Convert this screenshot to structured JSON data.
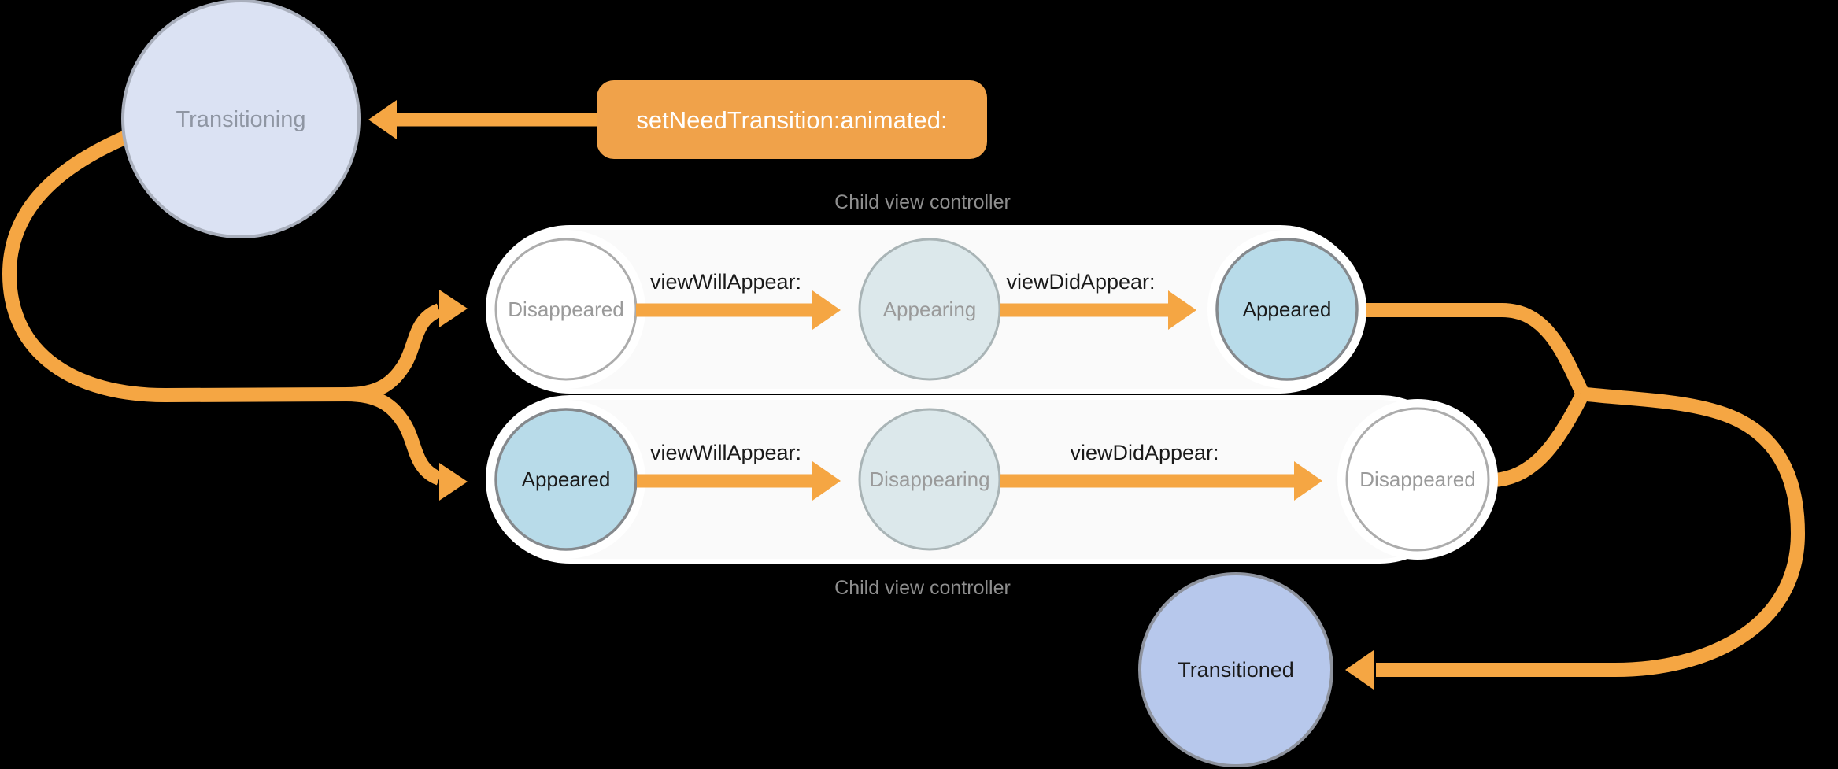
{
  "colors": {
    "background": "#000000",
    "accent_orange": "#F5A643",
    "trigger_orange": "#F0A24A",
    "pill_background": "#FAFAFA",
    "pill_border": "#FFFFFF",
    "muted_text": "#9A9A9A"
  },
  "start_state": {
    "label": "Transitioning",
    "fill": "#DBE2F3",
    "text_color": "#8F96A3"
  },
  "trigger": {
    "label": "setNeedTransition:animated:",
    "fill": "#F0A24A",
    "text_color": "#FFFFFF"
  },
  "end_state": {
    "label": "Transitioned",
    "fill": "#B7C8EC",
    "text_color": "#1A1A1A"
  },
  "appear_flow": {
    "container_label": "Child view controller",
    "states": [
      {
        "label": "Disappeared",
        "fill": "#FFFFFF",
        "text_color": "#9A9A9A"
      },
      {
        "label": "Appearing",
        "fill": "#DCE8EB",
        "text_color": "#9A9A9A"
      },
      {
        "label": "Appeared",
        "fill": "#B8DBE9",
        "text_color": "#1A1A1A"
      }
    ],
    "transitions": [
      {
        "label": "viewWillAppear:"
      },
      {
        "label": "viewDidAppear:"
      }
    ]
  },
  "disappear_flow": {
    "container_label": "Child view controller",
    "states": [
      {
        "label": "Appeared",
        "fill": "#B8DBE9",
        "text_color": "#1A1A1A"
      },
      {
        "label": "Disappearing",
        "fill": "#DCE8EB",
        "text_color": "#9A9A9A"
      },
      {
        "label": "Disappeared",
        "fill": "#FFFFFF",
        "text_color": "#9A9A9A"
      }
    ],
    "transitions": [
      {
        "label": "viewWillAppear:"
      },
      {
        "label": "viewDidAppear:"
      }
    ]
  }
}
